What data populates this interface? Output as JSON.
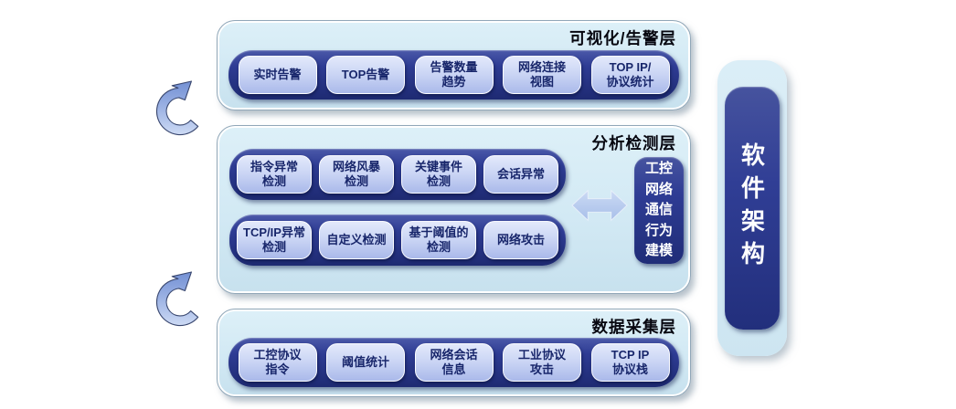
{
  "sidebar": {
    "label": "软件架构"
  },
  "top_layer": {
    "title": "可视化/告警层",
    "pills": [
      "实时告警",
      "TOP告警",
      "告警数量\n趋势",
      "网络连接\n视图",
      "TOP IP/\n协议统计"
    ]
  },
  "middle_layer": {
    "title": "分析检测层",
    "row1": [
      "指令异常\n检测",
      "网络风暴\n检测",
      "关键事件\n检测",
      "会话异常"
    ],
    "row2": [
      "TCP/IP异常\n检测",
      "自定义检测",
      "基于阈值的\n检测",
      "网络攻击"
    ],
    "model_box": "工控\n网络\n通信\n行为\n建模"
  },
  "bottom_layer": {
    "title": "数据采集层",
    "pills": [
      "工控协议\n指令",
      "阈值统计",
      "网络会话\n信息",
      "工业协议\n攻击",
      "TCP IP\n协议栈"
    ]
  },
  "colors": {
    "container_fill": "#d2e9f4",
    "bar_navy": "#2e3c94",
    "bar_navy_dark": "#1e2a72",
    "pill_fill": "#c9d4f4",
    "pill_text": "#18266b",
    "double_arrow": "#b9cfee",
    "curved_arrow_dark": "#7390d4",
    "curved_arrow_light": "#cddaf4",
    "title_text": "#06060f",
    "banner_text": "#ffffff"
  }
}
